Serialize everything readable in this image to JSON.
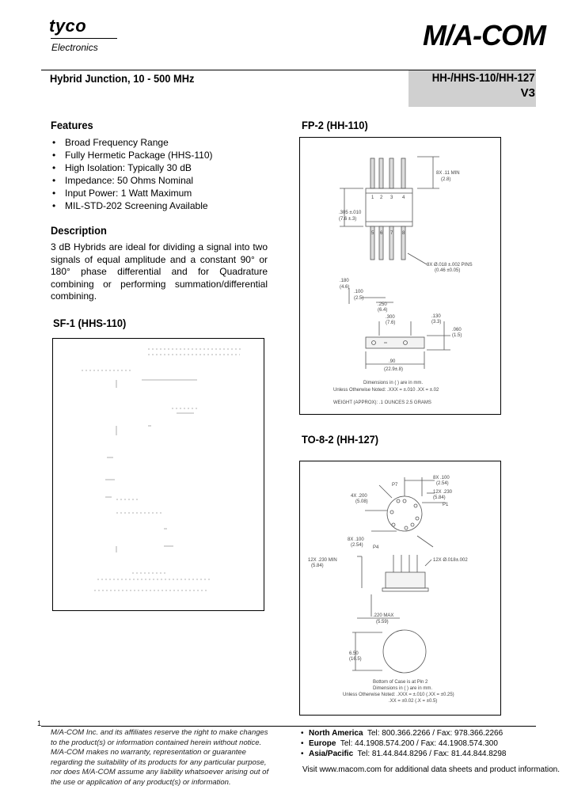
{
  "header": {
    "tyco_logo": "tyco",
    "tyco_subtitle": "Electronics",
    "macom_logo": "M/A-COM",
    "product_title": "Hybrid Junction, 10 - 500 MHz",
    "part_numbers": "HH-/HHS-110/HH-127",
    "version": "V3"
  },
  "features": {
    "heading": "Features",
    "items": [
      "Broad Frequency Range",
      "Fully Hermetic Package (HHS-110)",
      "High Isolation: Typically 30 dB",
      "Impedance: 50 Ohms Nominal",
      "Input Power: 1 Watt Maximum",
      "MIL-STD-202 Screening Available"
    ]
  },
  "description": {
    "heading": "Description",
    "text": "3 dB Hybrids are ideal for dividing a signal into two signals of equal amplitude and a constant 90° or 180° phase differential and for Quadrature combining or performing summation/differential combining."
  },
  "diagrams": {
    "sf1_heading": "SF-1 (HHS-110)",
    "fp2_heading": "FP-2 (HH-110)",
    "to8_heading": "TO-8-2 (HH-127)",
    "fp2_labels": {
      "pins_top": [
        "1",
        "2",
        "3",
        "4"
      ],
      "pins_bottom": [
        "5",
        "6",
        "7",
        "8"
      ],
      "min_dim": "8X .11 MIN",
      "min_dim_mm": "(2.8)",
      "body_dim": ".305 ±.010",
      "body_dim_mm": "(7.6 ±.3)",
      "pin_dim": "8X Ø.018 ±.002 PINS",
      "pin_dim_mm": "(0.46 ±0.05)",
      "d1": ".180",
      "d1_mm": "(4.6)",
      "d2": ".100",
      "d2_mm": "(2.5)",
      "d3": ".250",
      "d3_mm": "(6.4)",
      "d4": ".300",
      "d4_mm": "(7.6)",
      "d5": ".130",
      "d5_mm": "(3.3)",
      "d6": ".060",
      "d6_mm": "(1.5)",
      "width": ".90",
      "width_mm": "(22.9±.8)",
      "note1": "Dimensions in ( ) are in mm.",
      "note2": "Unless Otherwise Noted: .XXX = ±.010  .XX = ±.02",
      "note3": "WEIGHT (APPROX): .1 OUNCES   2.5 GRAMS"
    },
    "to8_labels": {
      "d_top": "8X .100",
      "d_top_mm": "(2.54)",
      "dia": "4X .200",
      "dia_mm": "(5.08)",
      "d_right": "12X .230",
      "d_right_mm": "(5.84)",
      "p7": "P7",
      "p1": "P1",
      "p4": "P4",
      "d_pin": "8X .100",
      "d_pin_mm": "(2.54)",
      "min": "12X .230 MIN",
      "min_mm": "(5.84)",
      "pin_dia": "12X Ø.018±.002",
      "max": ".220 MAX",
      "max_mm": "(5.59)",
      "base": "6.50",
      "base_mm": "(16.5)",
      "note1": "Bottom of Case is at Pin 2",
      "note2": "Dimensions in ( ) are in mm.",
      "note3": "Unless Otherwise Noted: .XXX = ±.010 (.XX = ±0.25)",
      "note4": ".XX = ±0.02 (.X = ±0.5)"
    }
  },
  "footer": {
    "page_number": "1",
    "disclaimer": "M/A-COM Inc. and its affiliates reserve the right to make changes to the product(s) or information contained herein without notice. M/A-COM makes no warranty, representation or guarantee regarding the suitability of its products for any particular purpose, nor does M/A-COM assume any liability whatsoever arising out of the use or application of any product(s) or information.",
    "contacts": [
      {
        "region": "North America",
        "details": "Tel: 800.366.2266 / Fax: 978.366.2266"
      },
      {
        "region": "Europe",
        "details": "Tel: 44.1908.574.200 / Fax: 44.1908.574.300"
      },
      {
        "region": "Asia/Pacific",
        "details": "Tel: 81.44.844.8296 / Fax: 81.44.844.8298"
      }
    ],
    "visit": "Visit www.macom.com for additional data sheets and product information."
  }
}
